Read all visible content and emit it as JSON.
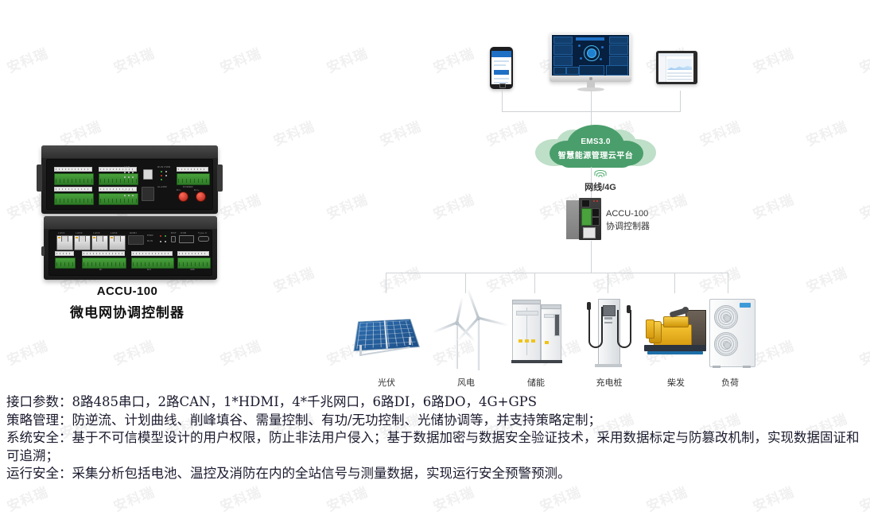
{
  "watermark": {
    "text": "安科瑞"
  },
  "product": {
    "front_view_name": "accu-100-front-panel",
    "rear_view_name": "accu-100-rear-panel",
    "model": "ACCU-100",
    "name": "微电网协调控制器"
  },
  "diagram": {
    "clients": [
      {
        "id": "phone",
        "label": "mobile-phone"
      },
      {
        "id": "monitor",
        "label": "desktop-monitor"
      },
      {
        "id": "tablet",
        "label": "tablet"
      }
    ],
    "cloud": {
      "title": "EMS3.0",
      "subtitle": "智慧能源管理云平台",
      "color": "#4a9e6b",
      "halo_color": "#bedfc8"
    },
    "link": {
      "icon": "wifi-icon",
      "label": "网线/4G",
      "icon_color": "#4aa86a"
    },
    "controller": {
      "model": "ACCU-100",
      "name": "协调控制器"
    },
    "assets": [
      {
        "key": "pv",
        "label": "光伏"
      },
      {
        "key": "wind",
        "label": "风电"
      },
      {
        "key": "storage",
        "label": "储能"
      },
      {
        "key": "charger",
        "label": "充电桩"
      },
      {
        "key": "diesel",
        "label": "柴发"
      },
      {
        "key": "load",
        "label": "负荷"
      }
    ],
    "line_color": "#cfd2d4"
  },
  "specs": {
    "lines": [
      "接口参数：8路485串口，2路CAN，1*HDMI，4*千兆网口，6路DI，6路DO，4G+GPS",
      "策略管理：防逆流、计划曲线、削峰填谷、需量控制、有功/无功控制、光储协调等，并支持策略定制；",
      "系统安全：基于不可信模型设计的用户权限，防止非法用户侵入；基于数据加密与数据安全验证技术，采用数据标定与防篡改机制，实现数据固证和可追溯；",
      "运行安全：采集分析包括电池、温控及消防在内的全站信号与测量数据，实现运行安全预警预测。"
    ]
  }
}
